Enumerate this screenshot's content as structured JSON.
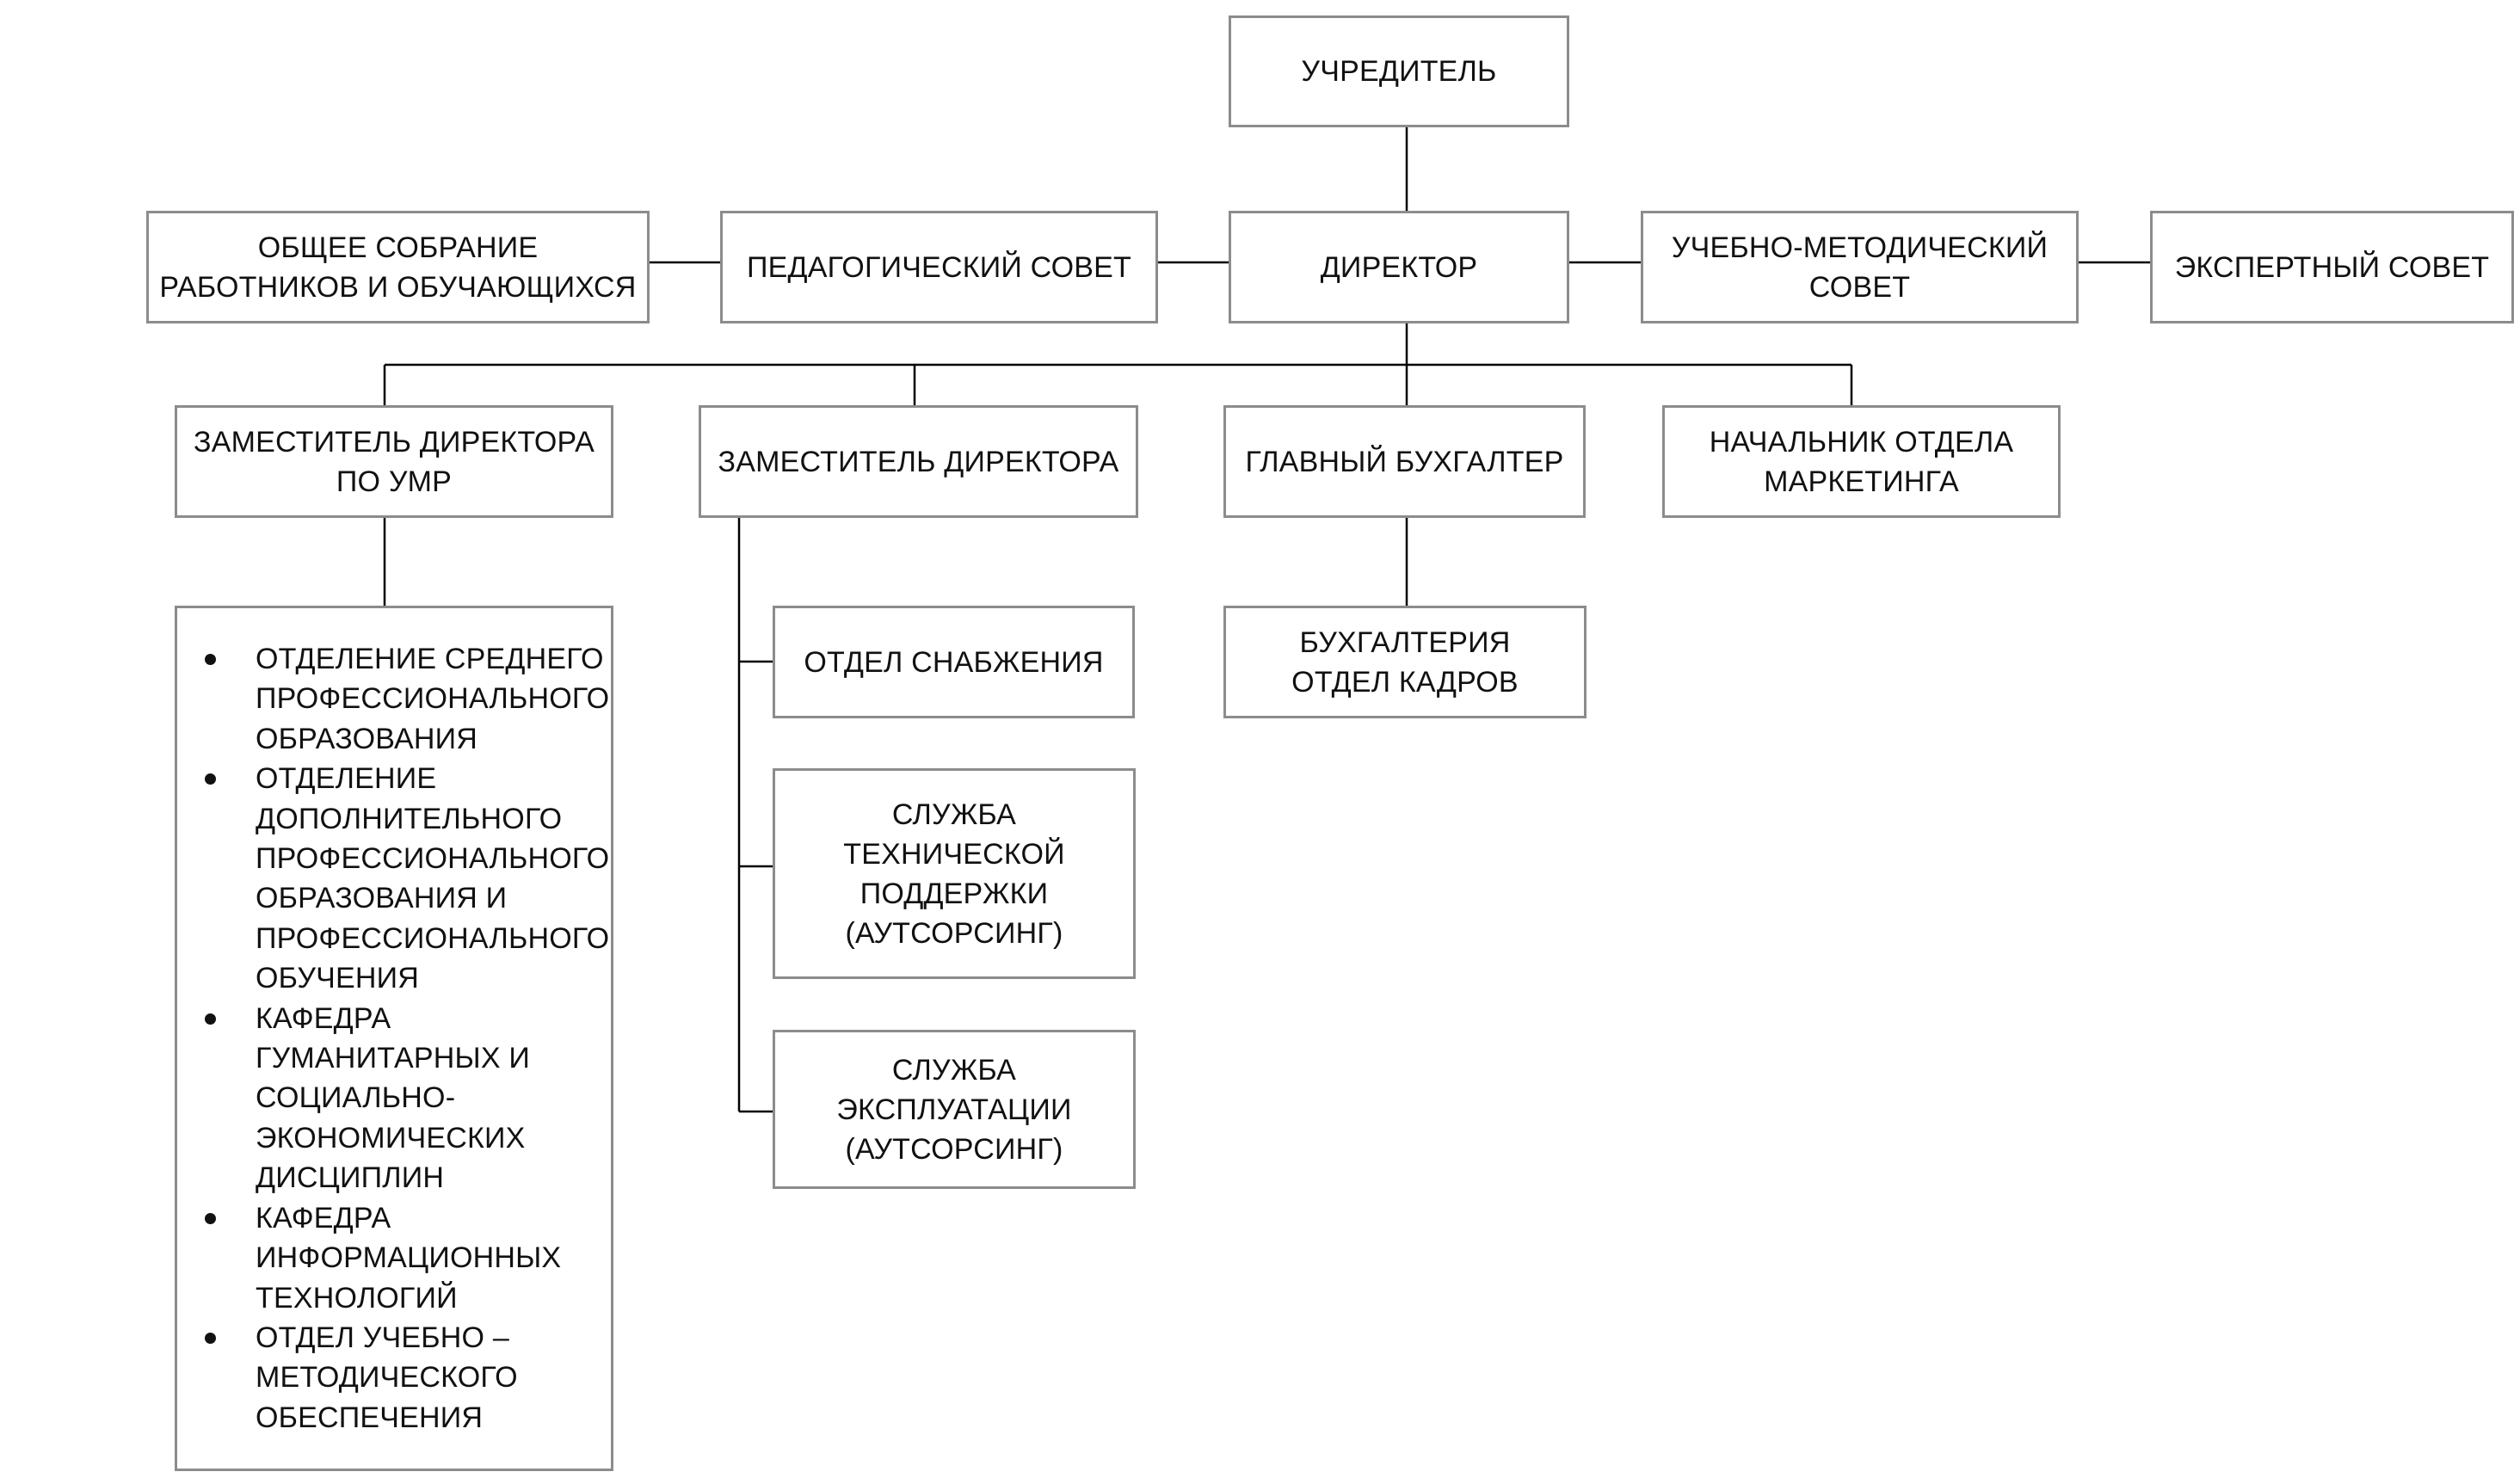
{
  "chart": {
    "nodes": [
      {
        "id": "founder",
        "label": "УЧРЕДИТЕЛЬ"
      },
      {
        "id": "general_meeting",
        "label": "ОБЩЕЕ СОБРАНИЕ\nРАБОТНИКОВ И ОБУЧАЮЩИХСЯ"
      },
      {
        "id": "ped_council",
        "label": "ПЕДАГОГИЧЕСКИЙ СОВЕТ"
      },
      {
        "id": "director",
        "label": "ДИРЕКТОР"
      },
      {
        "id": "method_council",
        "label": "УЧЕБНО-МЕТОДИЧЕСКИЙ\nСОВЕТ"
      },
      {
        "id": "expert_council",
        "label": "ЭКСПЕРТНЫЙ СОВЕТ"
      },
      {
        "id": "deputy_umr",
        "label": "ЗАМЕСТИТЕЛЬ ДИРЕКТОРА\nПО УМР"
      },
      {
        "id": "deputy",
        "label": "ЗАМЕСТИТЕЛЬ ДИРЕКТОРА"
      },
      {
        "id": "chief_accountant",
        "label": "ГЛАВНЫЙ БУХГАЛТЕР"
      },
      {
        "id": "marketing_head",
        "label": "НАЧАЛЬНИК ОТДЕЛА\nМАРКЕТИНГА"
      },
      {
        "id": "supply",
        "label": "ОТДЕЛ СНАБЖЕНИЯ"
      },
      {
        "id": "tech_support",
        "label": "СЛУЖБА\nТЕХНИЧЕСКОЙ\nПОДДЕРЖКИ\n(АУТСОРСИНГ)"
      },
      {
        "id": "operations",
        "label": "СЛУЖБА\nЭКСПЛУАТАЦИИ\n(АУТСОРСИНГ)"
      },
      {
        "id": "accounting_hr",
        "label": "БУХГАЛТЕРИЯ\nОТДЕЛ КАДРОВ"
      }
    ],
    "umr_units": [
      "ОТДЕЛЕНИЕ СРЕДНЕГО\nПРОФЕССИОНАЛЬНОГО\nОБРАЗОВАНИЯ",
      "ОТДЕЛЕНИЕ\nДОПОЛНИТЕЛЬНОГО\nПРОФЕССИОНАЛЬНОГО\nОБРАЗОВАНИЯ И\nПРОФЕССИОНАЛЬНОГО\nОБУЧЕНИЯ",
      "КАФЕДРА\nГУМАНИТАРНЫХ И\nСОЦИАЛЬНО-\nЭКОНОМИЧЕСКИХ\nДИСЦИПЛИН",
      "КАФЕДРА\nИНФОРМАЦИОННЫХ\nТЕХНОЛОГИЙ",
      "ОТДЕЛ УЧЕБНО –\nМЕТОДИЧЕСКОГО\nОБЕСПЕЧЕНИЯ"
    ],
    "colors": {
      "line": "#000000",
      "border": "#8c8c8c",
      "text": "#111111"
    }
  }
}
